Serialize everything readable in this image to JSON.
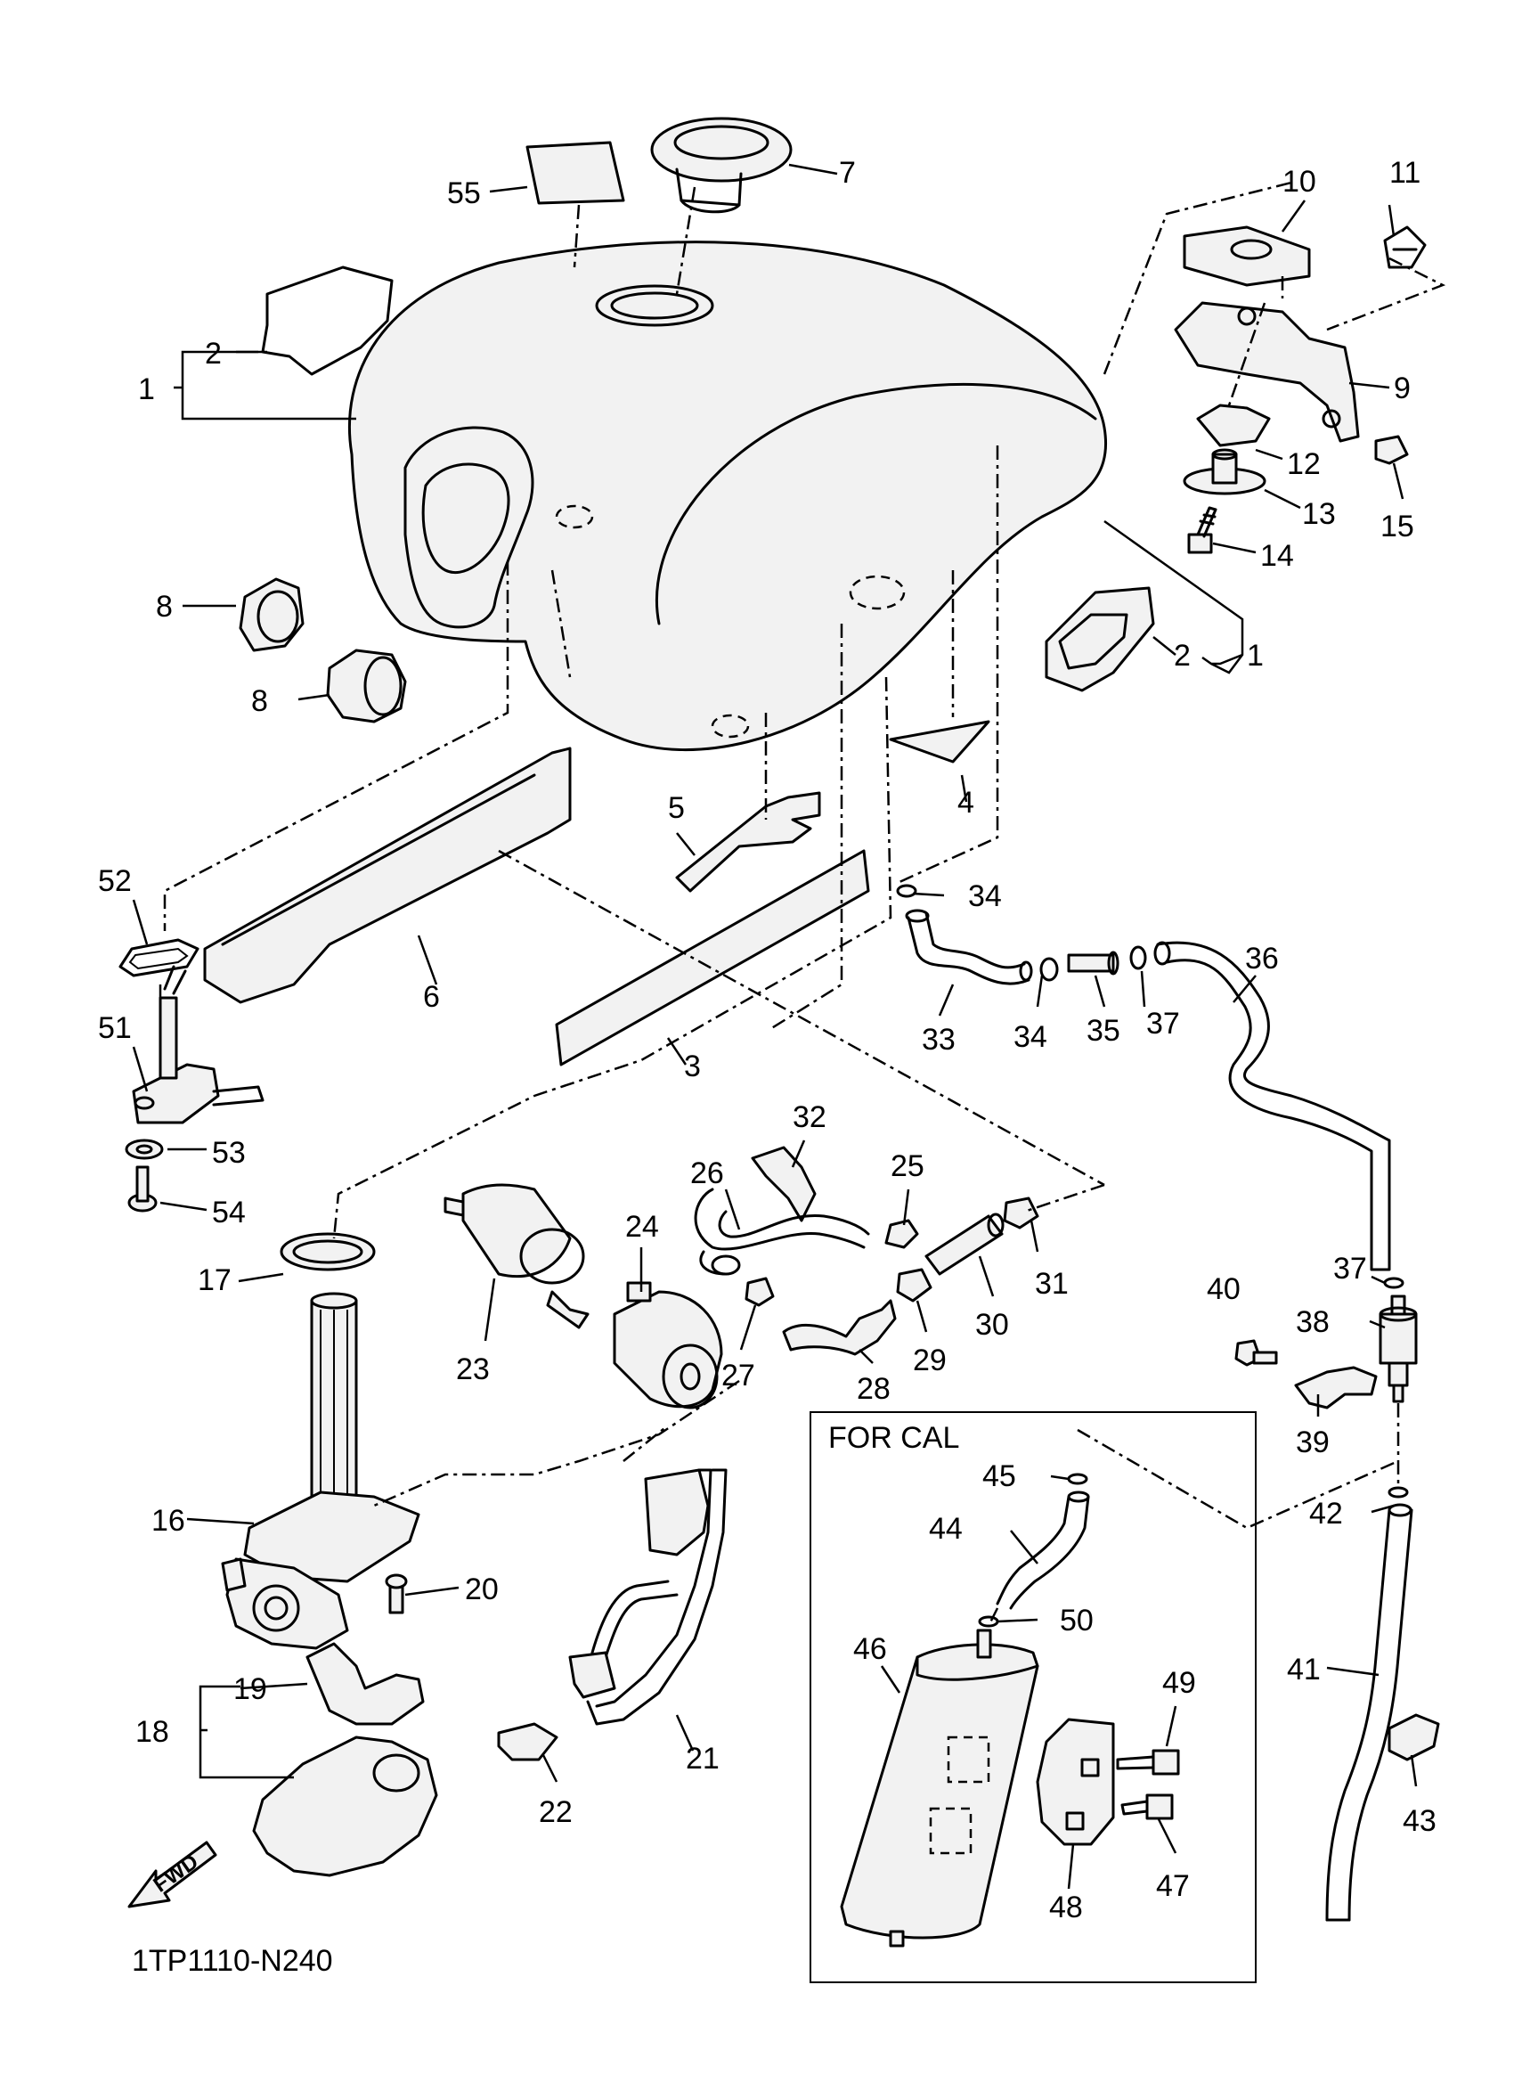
{
  "diagram_code": "1TP1110-N240",
  "box_label": "FOR CAL",
  "fwd_label": "FWD",
  "callouts": [
    {
      "id": "c55",
      "text": "55"
    },
    {
      "id": "c7",
      "text": "7"
    },
    {
      "id": "c10",
      "text": "10"
    },
    {
      "id": "c11",
      "text": "11"
    },
    {
      "id": "c1a",
      "text": "1"
    },
    {
      "id": "c2a",
      "text": "2"
    },
    {
      "id": "c9",
      "text": "9"
    },
    {
      "id": "c12",
      "text": "12"
    },
    {
      "id": "c13",
      "text": "13"
    },
    {
      "id": "c15",
      "text": "15"
    },
    {
      "id": "c14",
      "text": "14"
    },
    {
      "id": "c8a",
      "text": "8"
    },
    {
      "id": "c8b",
      "text": "8"
    },
    {
      "id": "c2b",
      "text": "2"
    },
    {
      "id": "c1b",
      "text": "1"
    },
    {
      "id": "c4",
      "text": "4"
    },
    {
      "id": "c5",
      "text": "5"
    },
    {
      "id": "c52",
      "text": "52"
    },
    {
      "id": "c6",
      "text": "6"
    },
    {
      "id": "c34a",
      "text": "34"
    },
    {
      "id": "c36",
      "text": "36"
    },
    {
      "id": "c51",
      "text": "51"
    },
    {
      "id": "c3",
      "text": "3"
    },
    {
      "id": "c33",
      "text": "33"
    },
    {
      "id": "c34b",
      "text": "34"
    },
    {
      "id": "c35",
      "text": "35"
    },
    {
      "id": "c37a",
      "text": "37"
    },
    {
      "id": "c53",
      "text": "53"
    },
    {
      "id": "c32",
      "text": "32"
    },
    {
      "id": "c54",
      "text": "54"
    },
    {
      "id": "c26",
      "text": "26"
    },
    {
      "id": "c25",
      "text": "25"
    },
    {
      "id": "c24",
      "text": "24"
    },
    {
      "id": "c31",
      "text": "31"
    },
    {
      "id": "c17",
      "text": "17"
    },
    {
      "id": "c37b",
      "text": "37"
    },
    {
      "id": "c40",
      "text": "40"
    },
    {
      "id": "c38",
      "text": "38"
    },
    {
      "id": "c30",
      "text": "30"
    },
    {
      "id": "c23",
      "text": "23"
    },
    {
      "id": "c27",
      "text": "27"
    },
    {
      "id": "c29",
      "text": "29"
    },
    {
      "id": "c28",
      "text": "28"
    },
    {
      "id": "c39",
      "text": "39"
    },
    {
      "id": "c45",
      "text": "45"
    },
    {
      "id": "c16",
      "text": "16"
    },
    {
      "id": "c42",
      "text": "42"
    },
    {
      "id": "c44",
      "text": "44"
    },
    {
      "id": "c20",
      "text": "20"
    },
    {
      "id": "c50",
      "text": "50"
    },
    {
      "id": "c46",
      "text": "46"
    },
    {
      "id": "c41",
      "text": "41"
    },
    {
      "id": "c19",
      "text": "19"
    },
    {
      "id": "c49",
      "text": "49"
    },
    {
      "id": "c18",
      "text": "18"
    },
    {
      "id": "c21",
      "text": "21"
    },
    {
      "id": "c43",
      "text": "43"
    },
    {
      "id": "c22",
      "text": "22"
    },
    {
      "id": "c47",
      "text": "47"
    },
    {
      "id": "c48",
      "text": "48"
    }
  ]
}
